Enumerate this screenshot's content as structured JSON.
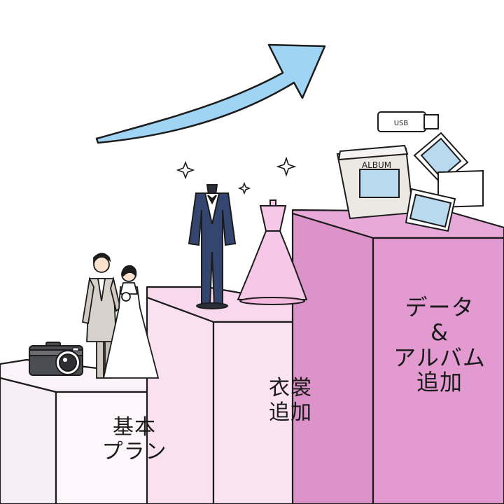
{
  "steps": [
    {
      "name": "basic-plan",
      "lines": [
        "基本",
        "プラン"
      ]
    },
    {
      "name": "costume-addition",
      "lines": [
        "衣裳",
        "追加"
      ]
    },
    {
      "name": "data-album-addition",
      "lines": [
        "データ",
        "&",
        "アルバム",
        "追加"
      ]
    }
  ],
  "props": {
    "album_text": "ALBUM",
    "usb_text": "USB"
  },
  "colors": {
    "step1_front": "#fdf7fb",
    "step2_front": "#fae3f2",
    "step3_front": "#e29ad0",
    "arrow": "#9fd4f5",
    "dress": "#f6c7e6",
    "tuxedo": "#34456f",
    "outline": "#1c1c1c"
  },
  "icons": [
    "camera-icon",
    "wedding-couple-figure",
    "tuxedo-icon",
    "wedding-dress-icon",
    "album-icon",
    "usb-stick-icon",
    "photo-print-icon",
    "sparkle-icon",
    "up-arrow-icon"
  ]
}
